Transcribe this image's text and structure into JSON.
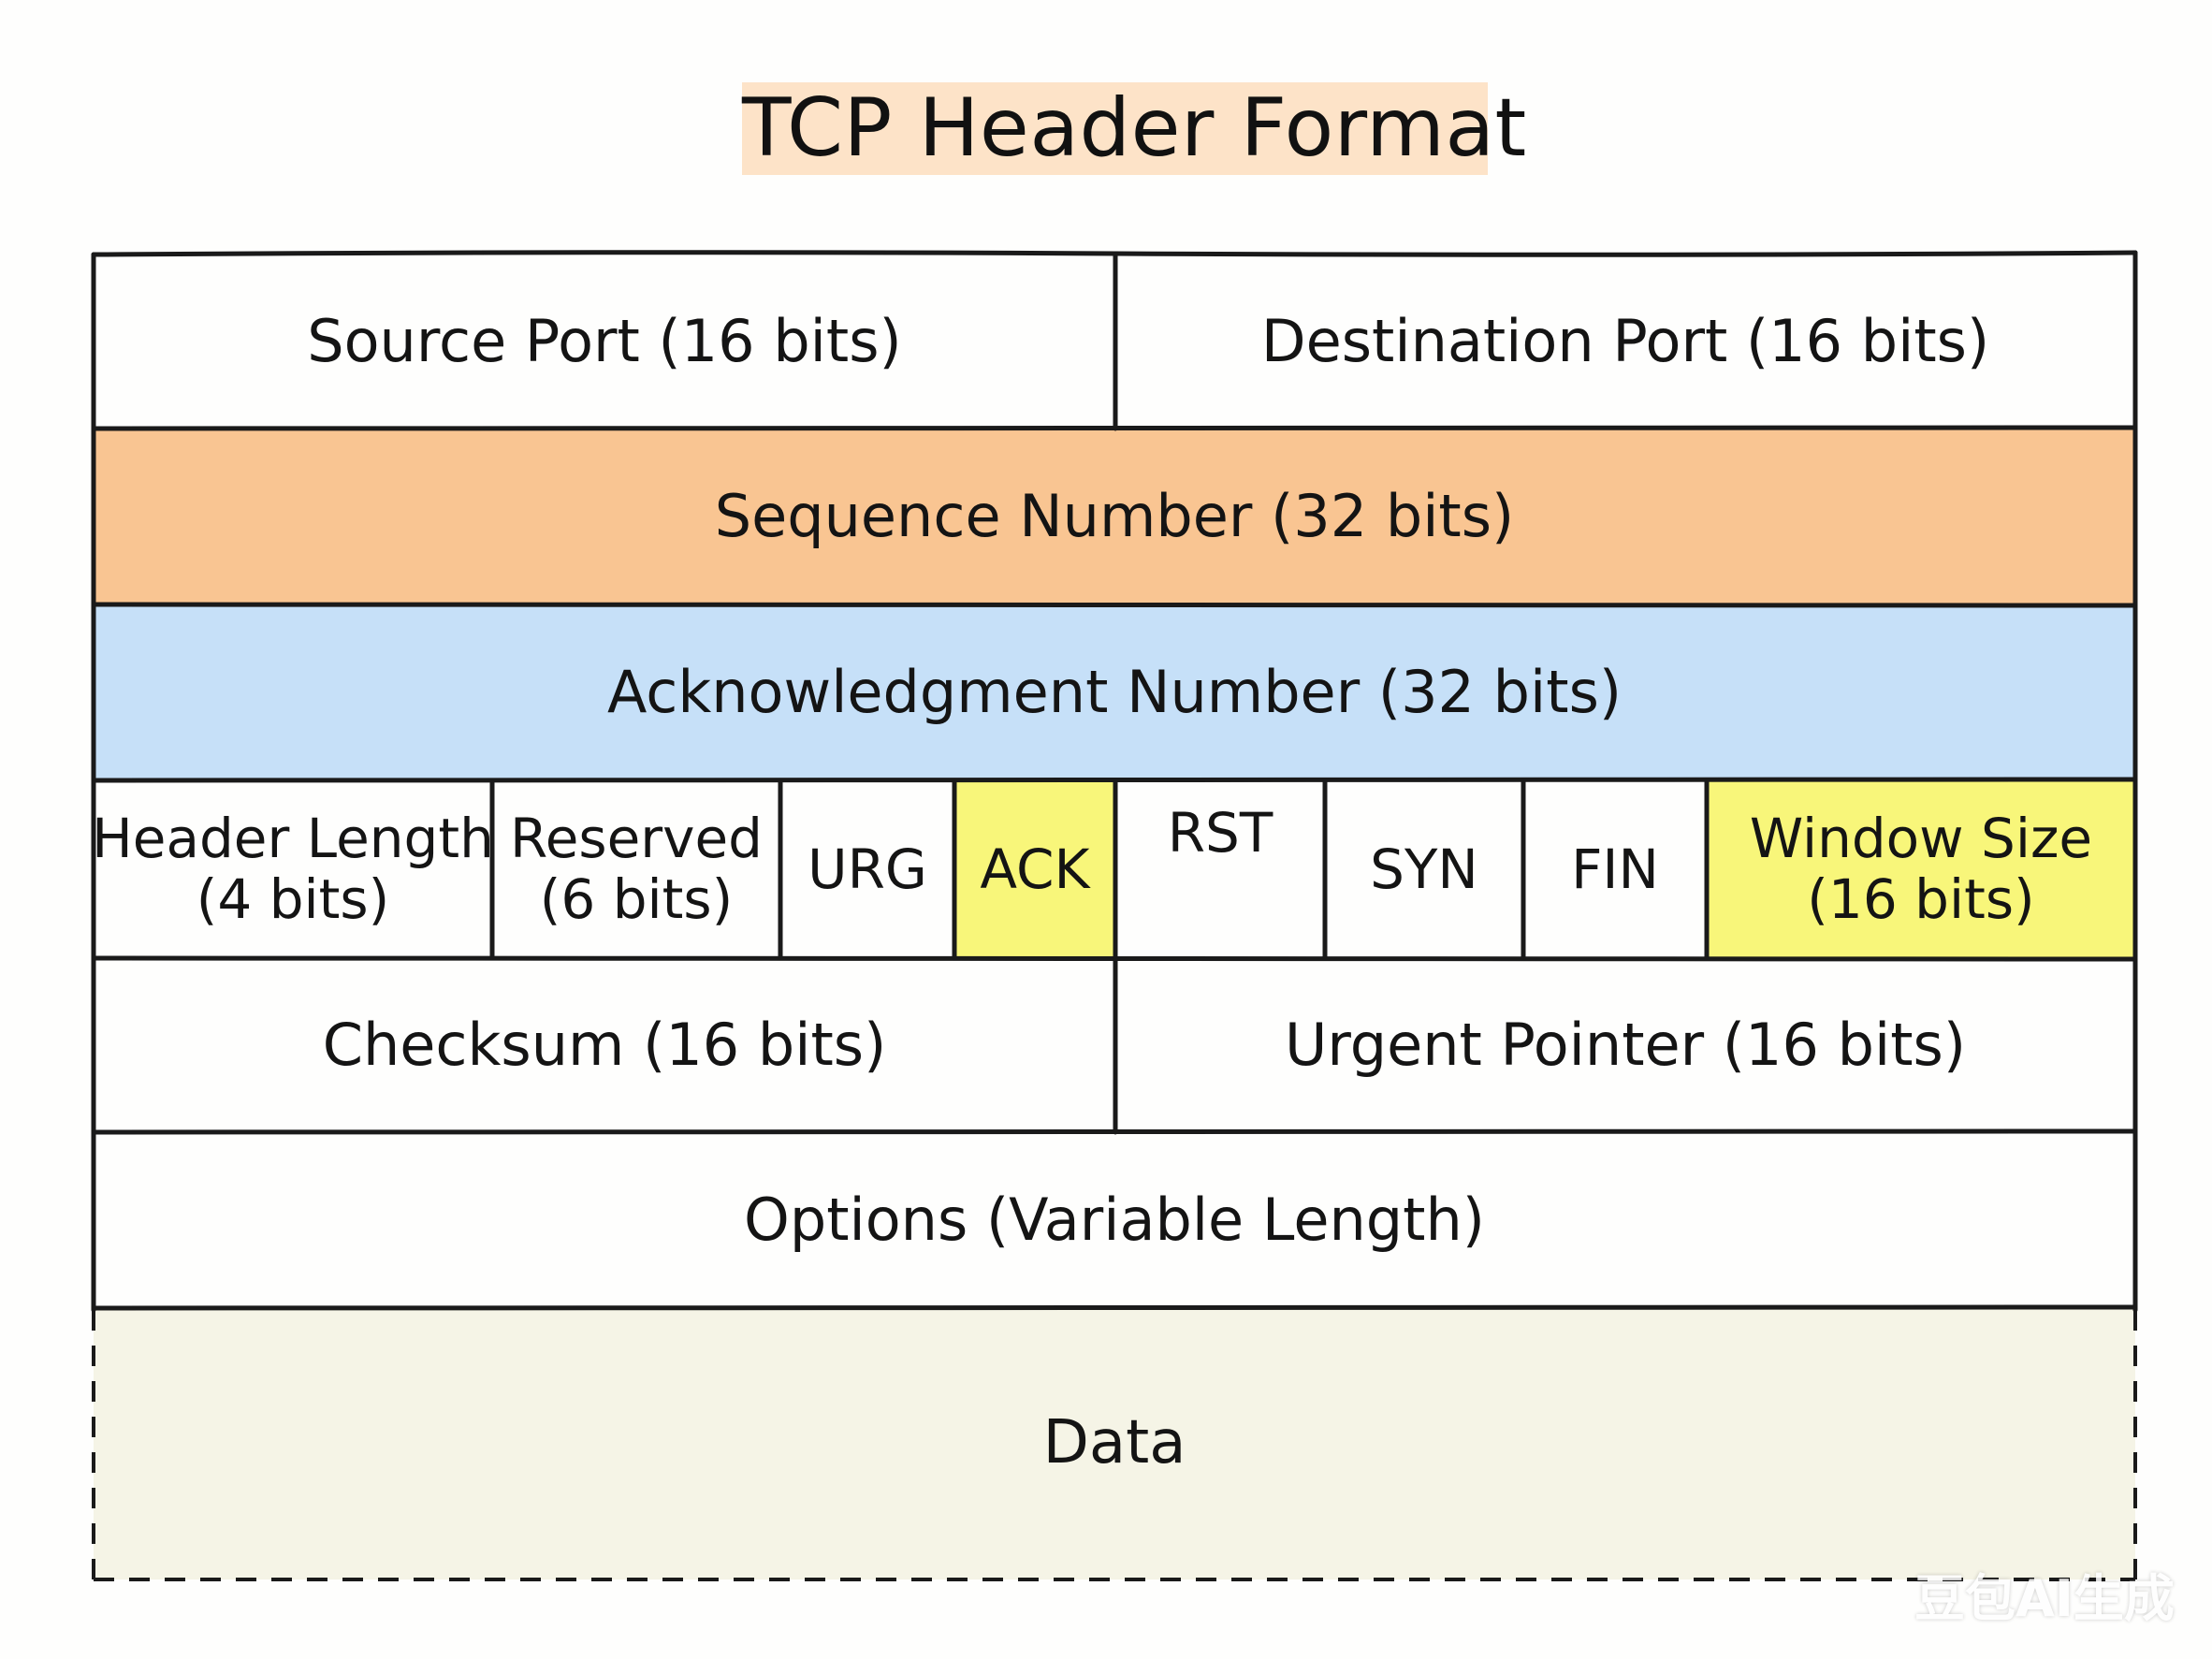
{
  "title": "TCP Header Format",
  "colors": {
    "title_highlight": "#fde3c8",
    "sequence_fill": "#f9c592",
    "acknowledgment_fill": "#c6e0f8",
    "highlight_fill": "#f8f67a",
    "data_fill": "#f5f4e6",
    "line": "#1a1a1a"
  },
  "rows": {
    "ports": {
      "source": "Source Port (16 bits)",
      "destination": "Destination Port (16 bits)"
    },
    "sequence": "Sequence Number (32 bits)",
    "acknowledgment": "Acknowledgment Number (32 bits)",
    "control": {
      "header_length": [
        "Header Length",
        "(4 bits)"
      ],
      "reserved": [
        "Reserved",
        "(6 bits)"
      ],
      "flags": [
        "URG",
        "ACK",
        "RST",
        "SYN",
        "FIN"
      ],
      "window_size": [
        "Window Size",
        "(16 bits)"
      ]
    },
    "checks": {
      "checksum": "Checksum (16 bits)",
      "urgent_pointer": "Urgent Pointer (16 bits)"
    },
    "options": "Options (Variable Length)",
    "data": "Data"
  },
  "watermark": "豆包AI生成"
}
